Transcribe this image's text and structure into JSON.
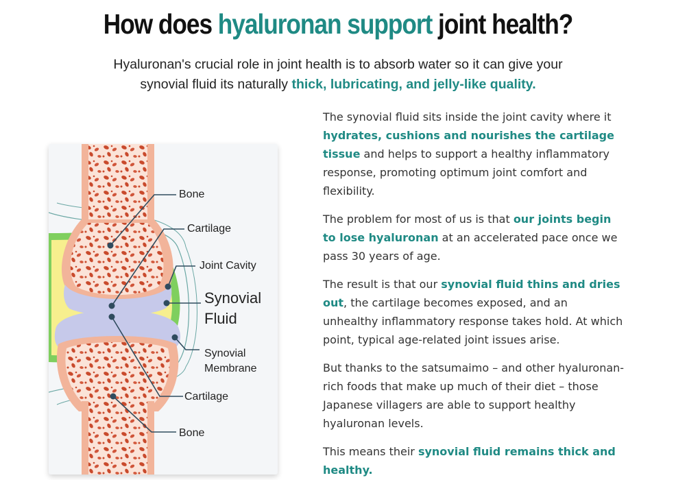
{
  "heading": {
    "prefix": "How does ",
    "accent": "hyaluronan support",
    "suffix": " joint health?"
  },
  "intro": {
    "text": "Hyaluronan's crucial role in joint health is to absorb water so it can give your synovial fluid its naturally ",
    "accent": "thick, lubricating, and jelly-like quality."
  },
  "diagram": {
    "labels": {
      "bone_top": "Bone",
      "cartilage_top": "Cartilage",
      "joint_cavity": "Joint Cavity",
      "synovial_fluid_1": "Synovial",
      "synovial_fluid_2": "Fluid",
      "synovial_membrane_1": "Synovial",
      "synovial_membrane_2": "Membrane",
      "cartilage_bottom": "Cartilage",
      "bone_bottom": "Bone"
    },
    "colors": {
      "bone": "#f2b49a",
      "marrow": "#c94a2c",
      "cartilage": "#c6c9ea",
      "fluid": "#f7ef8e",
      "membrane": "#7fcf5e",
      "leader": "#2f4b5e"
    }
  },
  "paragraphs": [
    {
      "parts": [
        {
          "t": "The synovial fluid sits inside the joint cavity where it "
        },
        {
          "t": "hydrates, cushions and nourishes the cartilage tissue",
          "accent": true
        },
        {
          "t": " and helps to support a healthy inflammatory response, promoting optimum joint comfort and flexibility."
        }
      ]
    },
    {
      "parts": [
        {
          "t": "The problem for most of us is that "
        },
        {
          "t": "our joints begin to lose hyaluronan",
          "accent": true
        },
        {
          "t": " at an accelerated pace once we pass 30 years of age."
        }
      ]
    },
    {
      "parts": [
        {
          "t": "The result is that our "
        },
        {
          "t": "synovial fluid thins and dries out",
          "accent": true
        },
        {
          "t": ", the cartilage becomes exposed, and an unhealthy inflammatory response takes hold. At which point, typical age-related joint issues arise."
        }
      ]
    },
    {
      "parts": [
        {
          "t": "But thanks to the satsumaimo – and other hyaluronan-rich foods that make up much of their diet – those Japanese villagers are able to support healthy hyaluronan levels."
        }
      ]
    },
    {
      "parts": [
        {
          "t": "This means their "
        },
        {
          "t": "synovial fluid remains thick and healthy.",
          "accent": true
        }
      ]
    }
  ]
}
